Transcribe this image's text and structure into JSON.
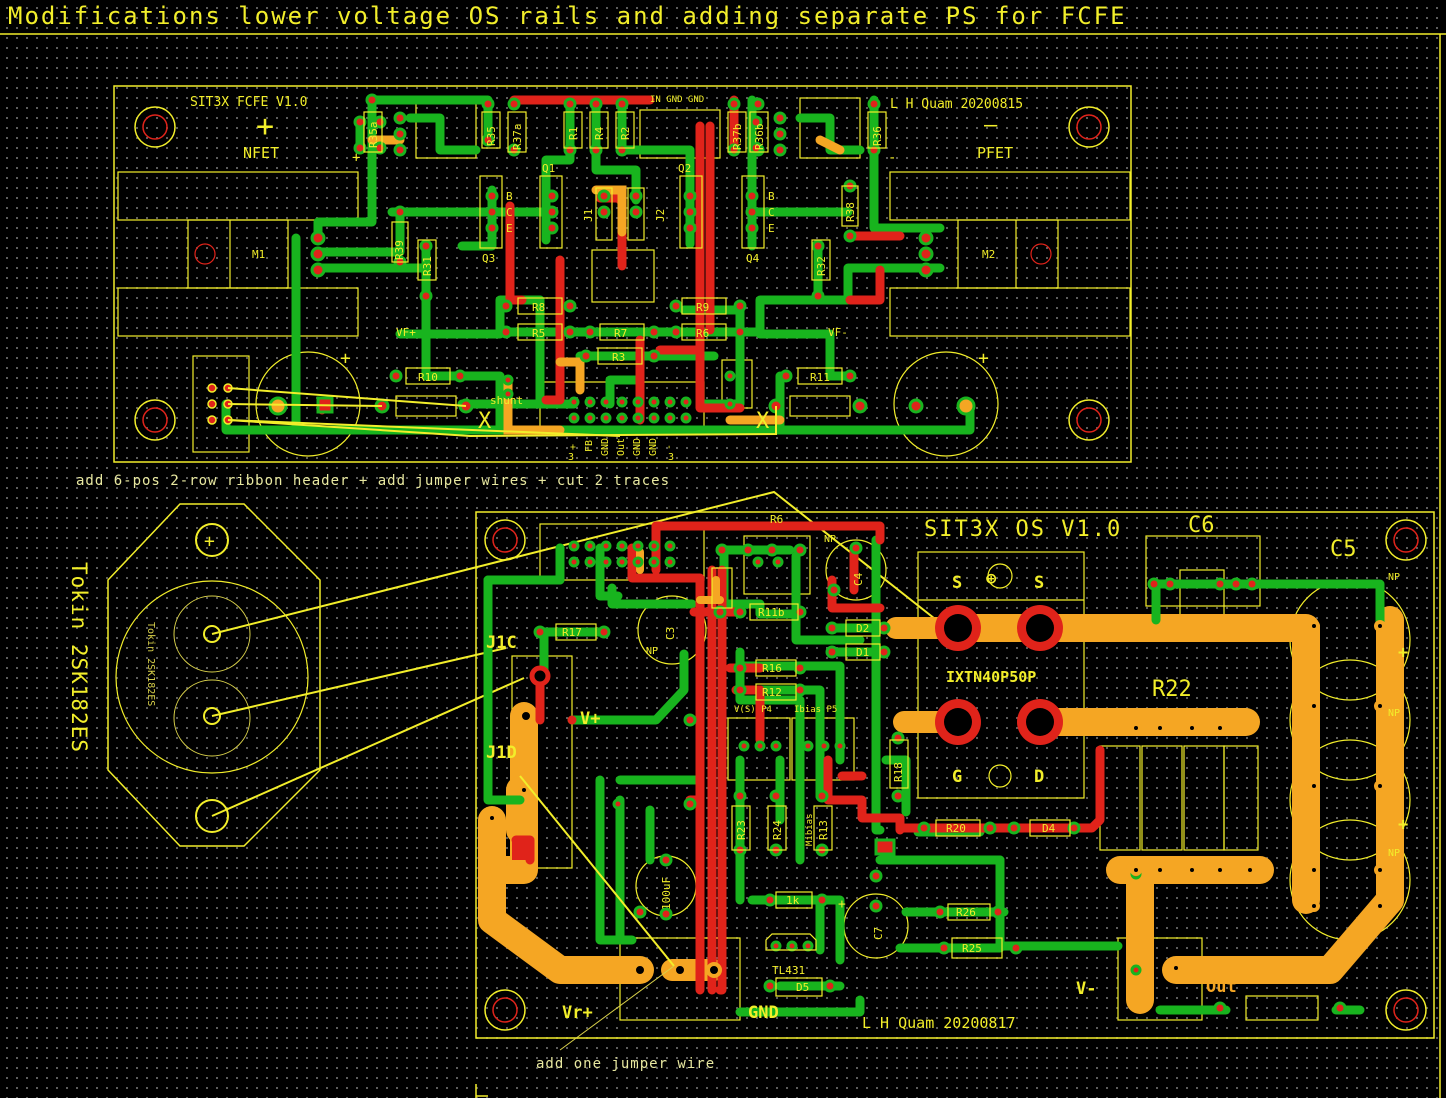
{
  "title": "Modifications lower voltage OS rails and adding separate PS for FCFE",
  "colors": {
    "silkscreen": "#f2ee2a",
    "top_copper": "#e0231a",
    "bottom_copper": "#18b41e",
    "wide_trace": "#f5a623",
    "background": "#000000"
  },
  "fcfe_board": {
    "name": "SIT3X FCFE V1.0",
    "author": "L H Quam 20200815",
    "nfet_sign": "+",
    "nfet": "NFET",
    "pfet_sign": "—",
    "pfet": "PFET",
    "m1": "M1",
    "m2": "M2",
    "q1": "Q1",
    "q2": "Q2",
    "q3": "Q3",
    "q4": "Q4",
    "j1": "J1",
    "j2": "J2",
    "vf_plus": "VF+",
    "vf_minus": "VF-",
    "shunt": "shunt",
    "header_top": "IN GND GND",
    "pins_bottom": [
      "+",
      "FB",
      "GND",
      "Out",
      "GND",
      "GND",
      "-"
    ],
    "pins_bottom2": [
      "3",
      "",
      "",
      "",
      "",
      "",
      "3"
    ],
    "resistors": [
      "R35a",
      "R35",
      "R37a",
      "R1",
      "R4",
      "R2",
      "R37b",
      "R36b",
      "R36",
      "R31",
      "R32",
      "R8",
      "R9",
      "R5",
      "R7",
      "R6",
      "R3",
      "R10",
      "R11",
      "R39",
      "R38"
    ],
    "bjt_pins": [
      "B",
      "C",
      "E"
    ],
    "cut_marks": [
      "X",
      "X"
    ]
  },
  "note_header": "add 6-pos 2-row ribbon header + add jumper wires + cut 2 traces",
  "tokin": {
    "name": "Tokin 2SK182ES",
    "inner": "Tokin 2SK182ES",
    "pins": [
      "+",
      "",
      ""
    ]
  },
  "os_board": {
    "name": "SIT3X OS V1.0",
    "author": "L H Quam 20200817",
    "c6": "C6",
    "c5": "C5",
    "np": "NP",
    "fet": "IXTN40P50P",
    "s1": "S",
    "s2": "S",
    "g": "G",
    "d": "D",
    "r22": "R22",
    "j1c": "J1C",
    "j1d": "J1D",
    "v_plus": "V+",
    "v_minus": "V-",
    "vr_plus": "Vr+",
    "gnd": "GND",
    "out": "Out",
    "tl431": "TL431",
    "cap100": "100uF",
    "p4": "V(S) P4",
    "p5": "Ibias P5",
    "mibias": "Mibias",
    "parts": [
      "R6",
      "C4",
      "C3",
      "R11b",
      "R17",
      "D2",
      "D1",
      "R16",
      "R12",
      "R18",
      "R23",
      "R24",
      "R13",
      "R20",
      "D4",
      "1k",
      "R26",
      "R25",
      "C7",
      "D5"
    ]
  },
  "note_jumper": "add one jumper wire"
}
